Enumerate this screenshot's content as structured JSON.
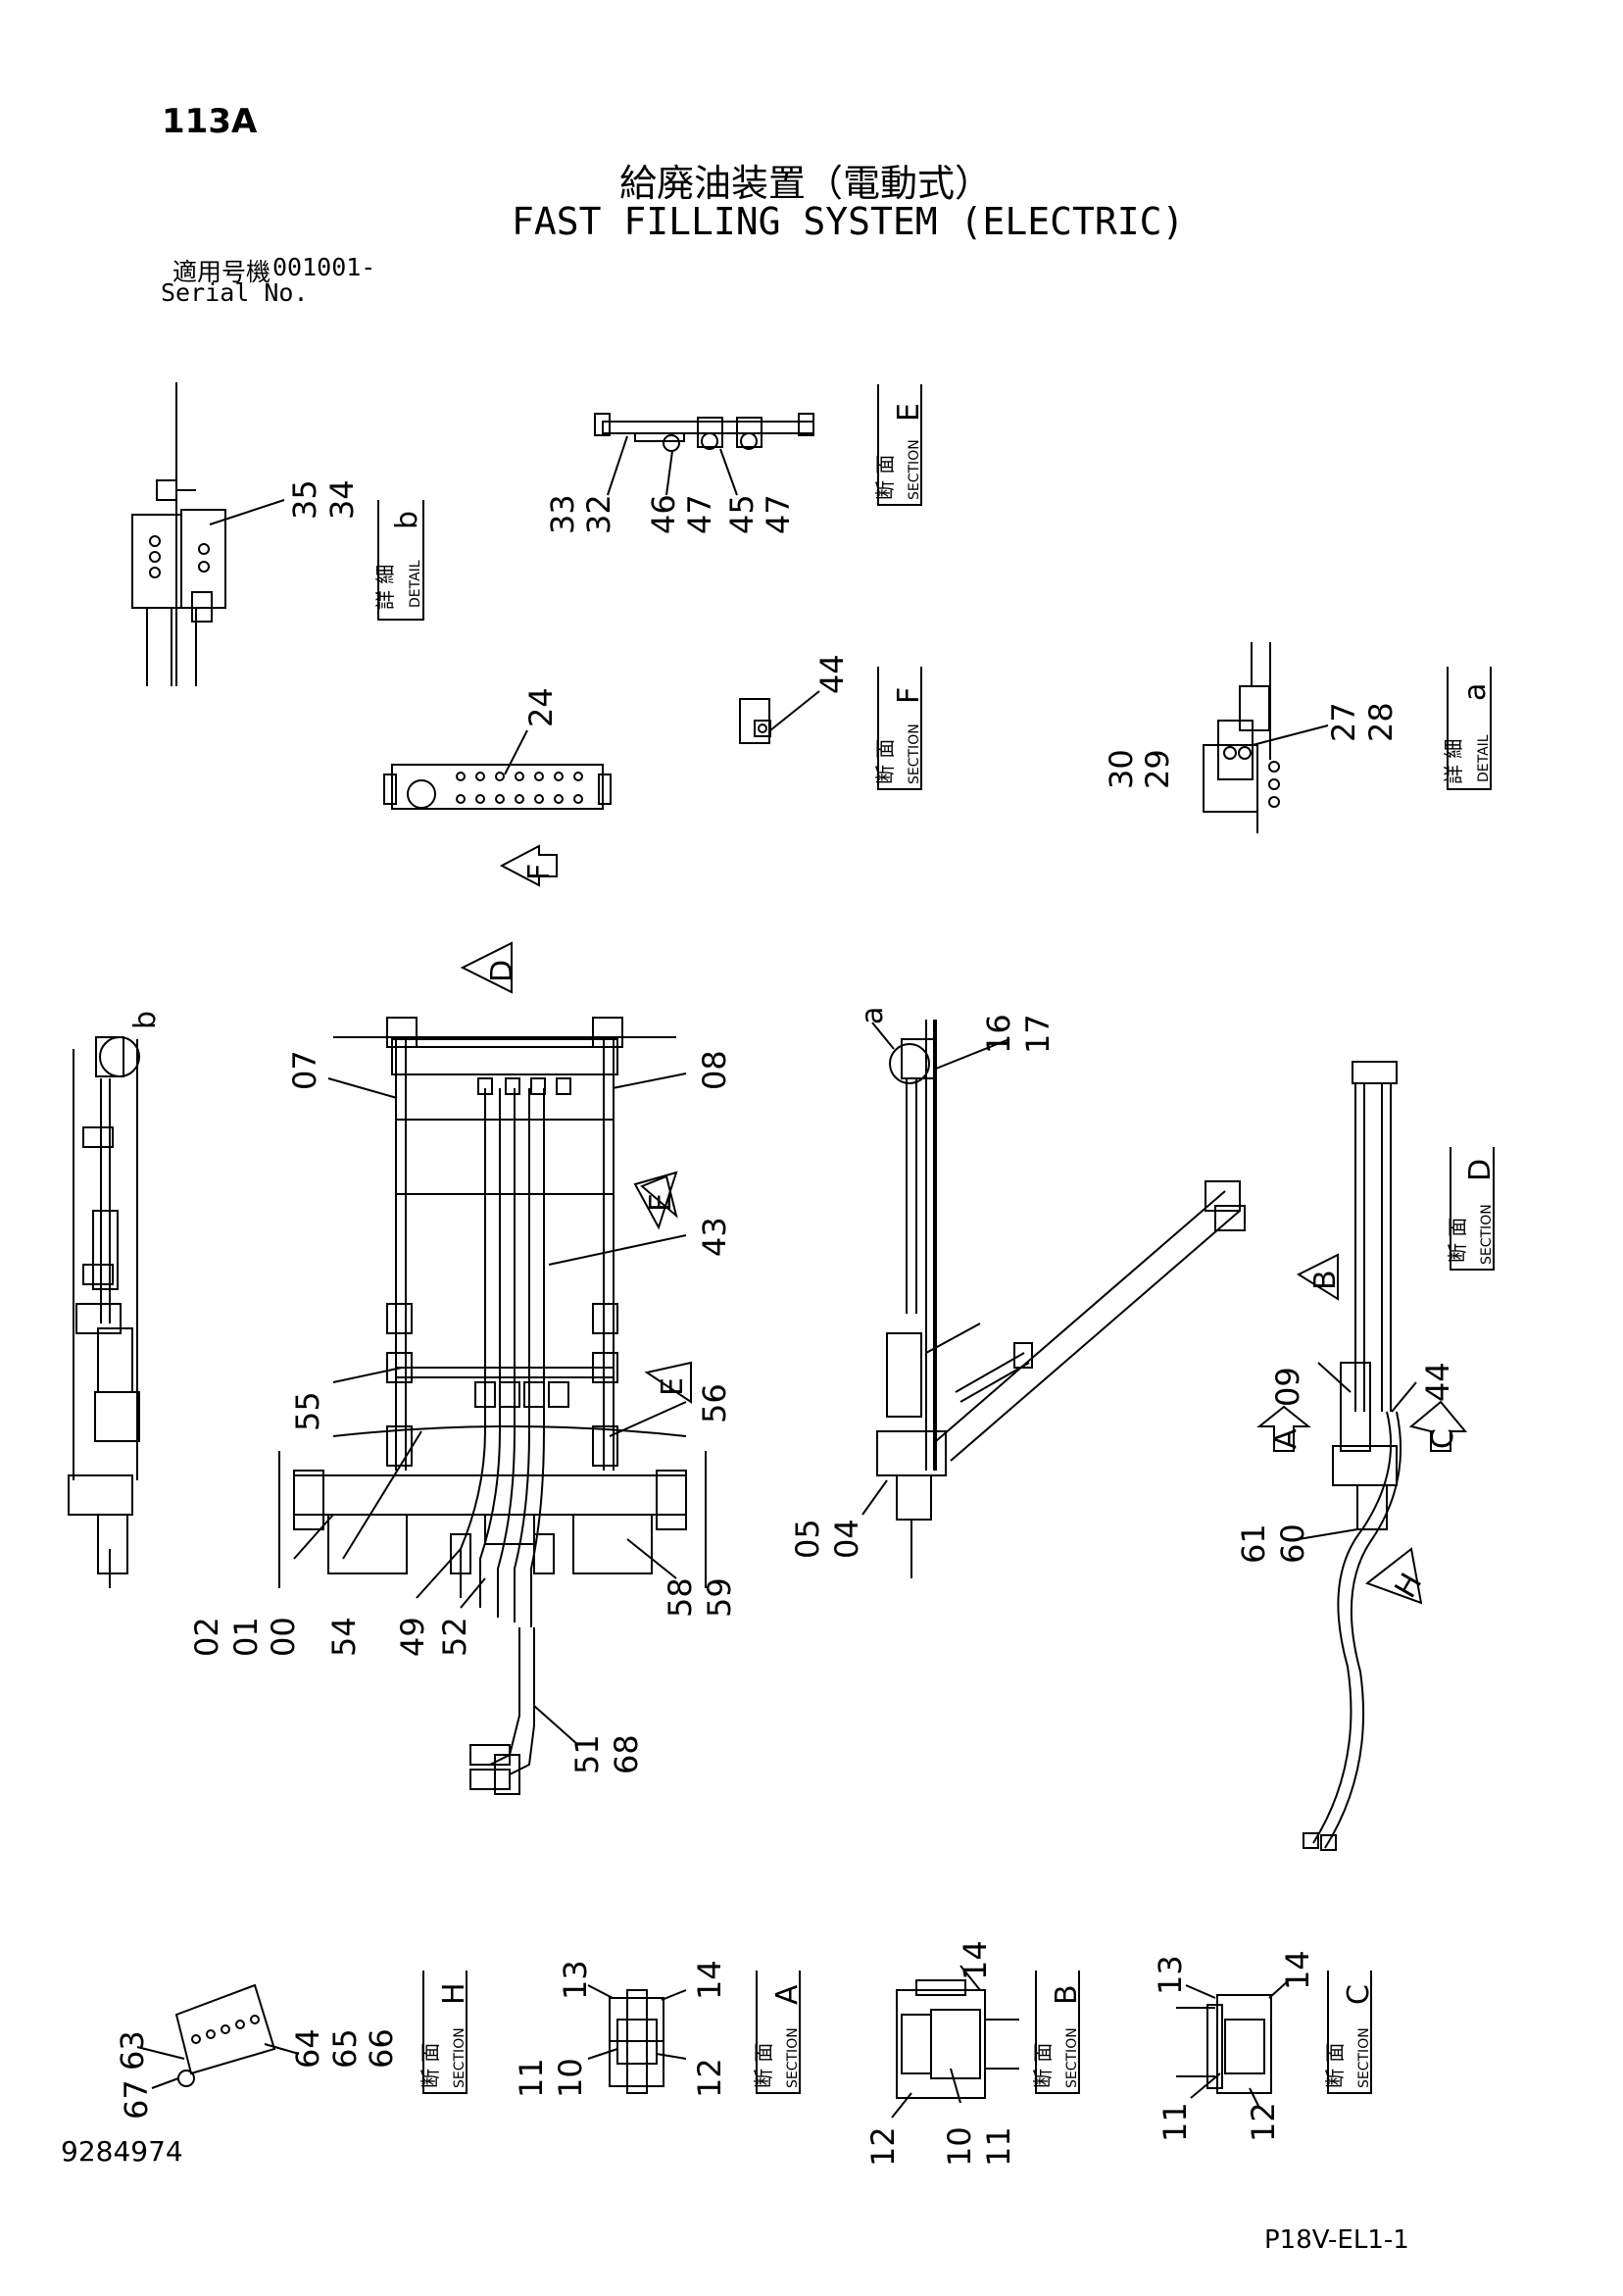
{
  "header": {
    "page_code": "113A",
    "title_jp": "給廃油装置（電動式）",
    "title_en": "FAST FILLING SYSTEM (ELECTRIC)",
    "serial_label_jp": "適用号機",
    "serial_value": "001001-",
    "serial_label_en": "Serial No."
  },
  "footer": {
    "drawing_number": "9284974",
    "page_ref": "P18V-EL1-1"
  },
  "views": {
    "detail_b": {
      "kanji": "詳 細",
      "word": "DETAIL",
      "letter": "b"
    },
    "section_e": {
      "kanji": "断 面",
      "word": "SECTION",
      "letter": "E"
    },
    "section_f": {
      "kanji": "断 面",
      "word": "SECTION",
      "letter": "F"
    },
    "detail_a": {
      "kanji": "詳 細",
      "word": "DETAIL",
      "letter": "a"
    },
    "section_d": {
      "kanji": "断 面",
      "word": "SECTION",
      "letter": "D"
    },
    "section_h": {
      "kanji": "断 面",
      "word": "SECTION",
      "letter": "H"
    },
    "section_a": {
      "kanji": "断 面",
      "word": "SECTION",
      "letter": "A"
    },
    "section_b": {
      "kanji": "断 面",
      "word": "SECTION",
      "letter": "B"
    },
    "section_c": {
      "kanji": "断 面",
      "word": "SECTION",
      "letter": "C"
    }
  },
  "arrows": {
    "f": "F",
    "d": "D",
    "e1": "E",
    "e2": "E",
    "b": "B",
    "a": "A",
    "c": "C",
    "h": "H"
  },
  "callouts": {
    "det_b": {
      "p1": "35",
      "p2": "34"
    },
    "sec_e": {
      "p1": "33",
      "p2": "32",
      "p3": "46",
      "p4": "47",
      "p5": "45",
      "p6": "47"
    },
    "sec_f": {
      "p1": "44"
    },
    "top_24": {
      "p1": "24"
    },
    "det_a": {
      "p1": "30",
      "p2": "29",
      "p3": "27",
      "p4": "28"
    },
    "left_view": {
      "b": "b"
    },
    "front": {
      "p07": "07",
      "p08": "08",
      "p43": "43",
      "p55": "55",
      "p56": "56",
      "p02": "02",
      "p01": "01",
      "p00": "00",
      "p54": "54",
      "p49": "49",
      "p52": "52",
      "p58": "58",
      "p59": "59",
      "p51": "51",
      "p68": "68"
    },
    "side": {
      "a": "a",
      "p16": "16",
      "p17": "17",
      "p05": "05",
      "p04": "04"
    },
    "right": {
      "p09": "09",
      "p44": "44",
      "p61": "61",
      "p60": "60"
    },
    "sec_h": {
      "p63": "63",
      "p67": "67",
      "p64": "64",
      "p65": "65",
      "p66": "66"
    },
    "sec_a": {
      "p13": "13",
      "p14": "14",
      "p11": "11",
      "p10": "10",
      "p12": "12"
    },
    "sec_b": {
      "p14": "14",
      "p12": "12",
      "p10": "10",
      "p11": "11"
    },
    "sec_c": {
      "p13": "13",
      "p14": "14",
      "p11": "11",
      "p12": "12"
    }
  }
}
